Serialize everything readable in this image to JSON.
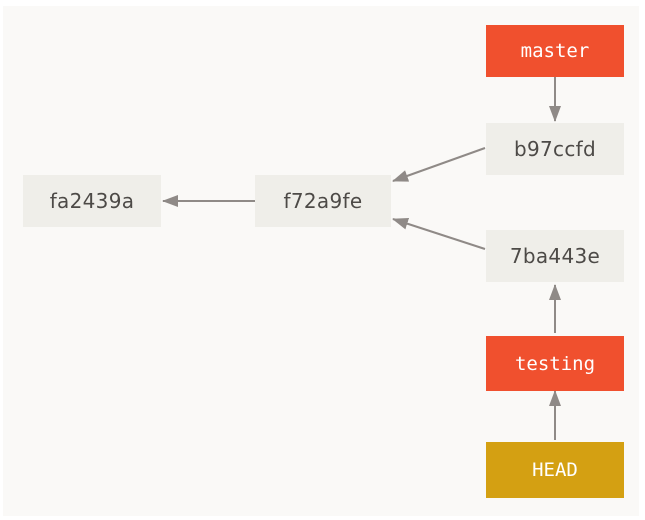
{
  "diagram": {
    "commits": [
      {
        "id": "fa2439a"
      },
      {
        "id": "f72a9fe"
      },
      {
        "id": "b97ccfd"
      },
      {
        "id": "7ba443e"
      }
    ],
    "refs": {
      "master": "master",
      "testing": "testing",
      "head": "HEAD"
    },
    "colors": {
      "branch": "#f0502e",
      "head": "#d4a012",
      "commit_box": "#efeee9",
      "commit_text": "#4d4a47",
      "arrow": "#8f8a87",
      "background": "#faf9f7"
    },
    "edges": [
      {
        "from": "master",
        "to": "b97ccfd"
      },
      {
        "from": "b97ccfd",
        "to": "f72a9fe"
      },
      {
        "from": "7ba443e",
        "to": "f72a9fe"
      },
      {
        "from": "f72a9fe",
        "to": "fa2439a"
      },
      {
        "from": "testing",
        "to": "7ba443e"
      },
      {
        "from": "HEAD",
        "to": "testing"
      }
    ]
  }
}
